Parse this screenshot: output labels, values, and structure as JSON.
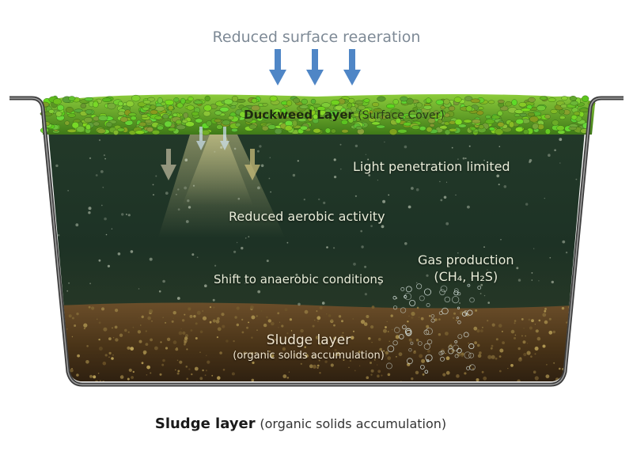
{
  "diagram": {
    "top_label": "Reduced surface reaeration",
    "duckweed_title": "Duckweed Layer",
    "duckweed_sub": "(Surface Cover)",
    "light_label": "Light penetration limited",
    "aerobic_label": "Reduced aerobic activity",
    "gas_line1": "Gas production",
    "gas_line2": "(CH₄, H₂S)",
    "anaerobic_label": "Shift to anaerobic conditions",
    "sludge_title": "Sludge layer",
    "sludge_sub": "(organic solids accumulation)"
  },
  "caption": {
    "bold": "Sludge layer",
    "normal": "(organic solids accumulation)"
  },
  "colors": {
    "reaeration_arrow": "#4f86c6",
    "duckweed": "#6fb52c",
    "water": "#1f3528",
    "sludge": "#5a4023"
  }
}
